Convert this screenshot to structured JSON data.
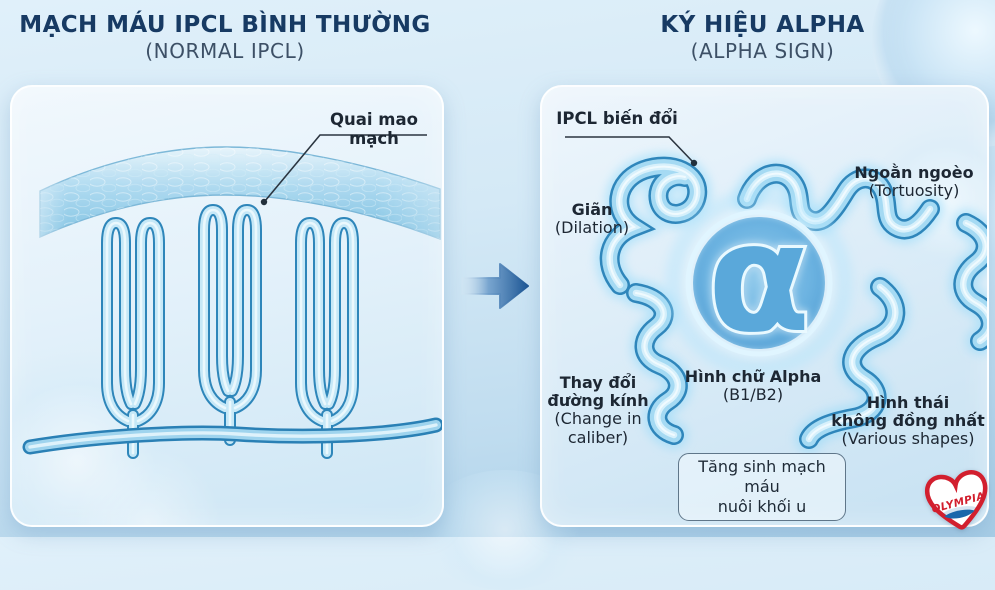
{
  "header": {
    "left_title": "MẠCH MÁU IPCL BÌNH THƯỜNG",
    "left_subtitle": "(NORMAL IPCL)",
    "right_title": "KÝ HIỆU ALPHA",
    "right_subtitle": "(ALPHA SIGN)"
  },
  "left_panel": {
    "annotation": "Quai mao mạch"
  },
  "right_panel": {
    "annotation": "IPCL biến đổi",
    "alpha_symbol": "α",
    "labels": {
      "dilation": {
        "vi": "Giãn",
        "en": "(Dilation)"
      },
      "tortuosity": {
        "vi": "Ngoằn ngoèo",
        "en": "(Tortuosity)"
      },
      "caliber": {
        "vi": "Thay đổi\nđường kính",
        "en": "(Change in\ncaliber)"
      },
      "alpha_shape": {
        "vi": "Hình chữ Alpha",
        "en": "(B1/B2)"
      },
      "shapes": {
        "vi": "Hình thái\nkhông đồng nhất",
        "en": "(Various shapes)"
      }
    },
    "note": "Tăng sinh mạch máu\nnuôi khối u"
  },
  "logo": {
    "text": "OLYMPIA"
  },
  "colors": {
    "title_navy": "#173a63",
    "vessel_blue": "#4aa3d8",
    "logo_red": "#d21f2e",
    "logo_blue": "#1b67ab"
  }
}
